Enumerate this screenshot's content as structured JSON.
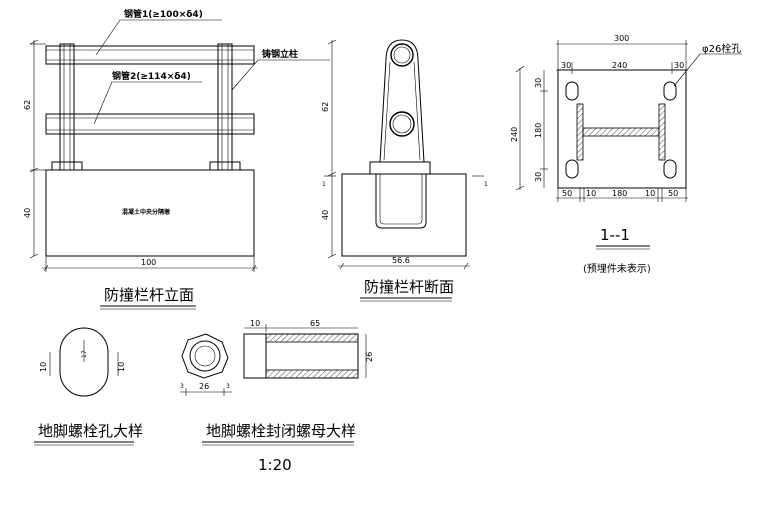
{
  "elevation": {
    "label_pipe1": "钢管1(≥100×δ4)",
    "label_pipe2": "钢管2(≥114×δ4)",
    "label_post": "铸钢立柱",
    "label_base": "混凝土中央分隔墩",
    "dim_top": "62",
    "dim_bottom": "40",
    "dim_width": "100",
    "caption": "防撞栏杆立面"
  },
  "section": {
    "dim_top": "62",
    "dim_bottom": "40",
    "dim_width": "56.6",
    "cut_left": "1",
    "cut_right": "1",
    "caption": "防撞栏杆断面"
  },
  "plate": {
    "dim_overall": "300",
    "dim_inner": "240",
    "dim_edge_left": "30",
    "dim_edge_right": "30",
    "hole_label": "φ26栓孔",
    "dim_height": "240",
    "dim_v_top": "30",
    "dim_v_mid": "180",
    "dim_v_bot": "30",
    "dim_b1": "50",
    "dim_b2": "10",
    "dim_b3": "180",
    "dim_b4": "10",
    "dim_b5": "50",
    "caption": "1--1",
    "note": "(预埋件未表示)"
  },
  "hole_detail": {
    "dim_left": "10",
    "dim_right": "10",
    "dim_inner": "17",
    "caption": "地脚螺栓孔大样"
  },
  "nut_detail": {
    "dim_a": "3",
    "dim_b": "26",
    "dim_c": "3",
    "dim_len1": "10",
    "dim_len2": "65",
    "dim_dia": "26",
    "caption": "地脚螺栓封闭螺母大样",
    "scale": "1:20"
  }
}
